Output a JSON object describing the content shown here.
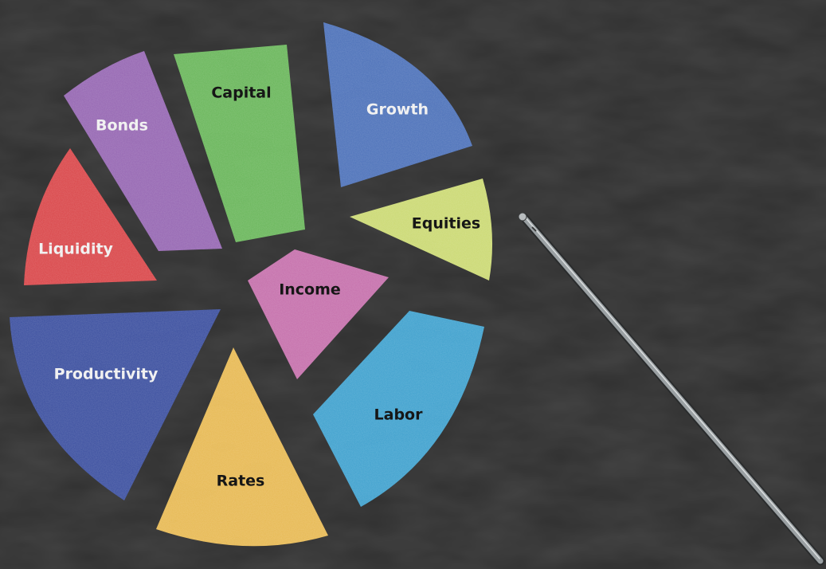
{
  "scene": {
    "background_color": "#2f2f2f",
    "segments": [
      {
        "label": "Capital",
        "color": "#6bbd5c",
        "text_color": "#161616"
      },
      {
        "label": "Growth",
        "color": "#4d74c0",
        "text_color": "#f1f1f1"
      },
      {
        "label": "Equities",
        "color": "#d3e276",
        "text_color": "#161616"
      },
      {
        "label": "Labor",
        "color": "#3fa6d6",
        "text_color": "#161616"
      },
      {
        "label": "Rates",
        "color": "#f0c054",
        "text_color": "#161616"
      },
      {
        "label": "Productivity",
        "color": "#3b50a4",
        "text_color": "#f1f1f1"
      },
      {
        "label": "Liquidity",
        "color": "#e2474a",
        "text_color": "#f1f1f1"
      },
      {
        "label": "Bonds",
        "color": "#9a68b8",
        "text_color": "#f1f1f1"
      },
      {
        "label": "Income",
        "color": "#cc72b1",
        "text_color": "#161616"
      }
    ],
    "pointer": {
      "icon": "pointer-stick-icon",
      "color": "#9aa0a3"
    }
  }
}
